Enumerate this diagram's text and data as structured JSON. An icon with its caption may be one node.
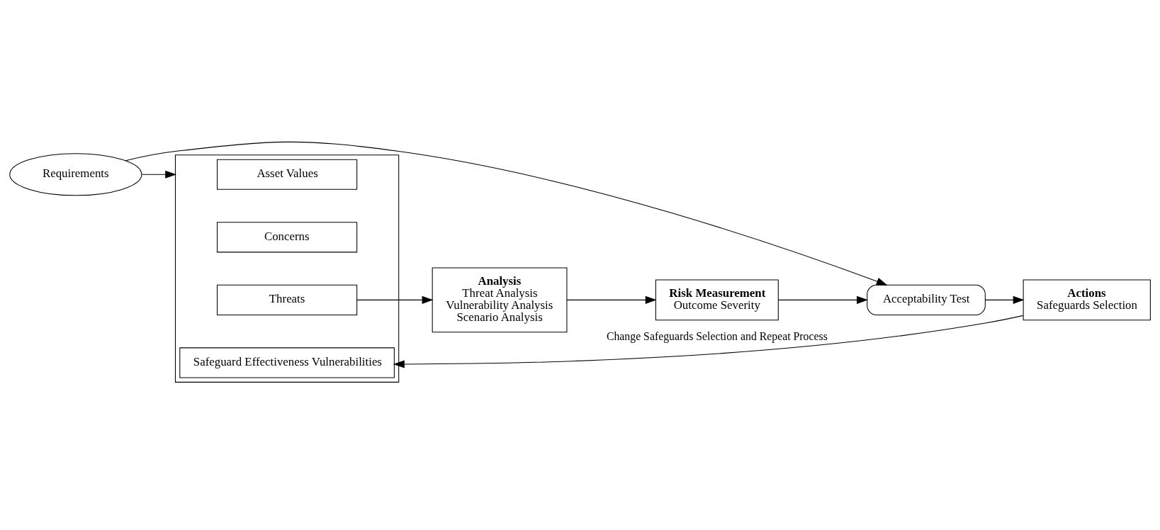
{
  "diagram": {
    "nodes": [
      {
        "text": [
          "Requirements"
        ]
      },
      {
        "text": [
          "Acceptability Test"
        ]
      },
      {
        "text": [],
        "shape": "box"
      },
      {
        "text": [
          "Asset Values"
        ],
        "in": 2
      },
      {
        "text": [
          "Concerns"
        ],
        "in": 2
      },
      {
        "text": [
          "Threats"
        ],
        "in": 2
      },
      {
        "text": [
          "Safeguard Effectiveness Vulnerabilities"
        ],
        "in": 2
      },
      {
        "text": [
          "Analysis",
          "Threat Analysis",
          "Vulnerability Analysis",
          "Scenario Analysis"
        ]
      },
      {
        "text": [
          "Risk Measurement",
          "Outcome Severity"
        ]
      },
      {
        "text": [
          "Actions",
          "Safeguards Selection"
        ]
      }
    ],
    "edges": [
      {
        "from": 0,
        "to": 1,
        "arrow": "to"
      },
      {
        "from": 0,
        "to": 2,
        "arrow": "to"
      },
      {
        "from": 5,
        "to": 7,
        "arrow": "to"
      },
      {
        "from": 7,
        "to": 8,
        "arrow": "to"
      },
      {
        "from": 8,
        "to": 1,
        "arrow": "to"
      },
      {
        "from": 1,
        "to": 9,
        "arrow": "to"
      },
      {
        "from": 9,
        "to": 6,
        "arrow": "to",
        "label": "Change Safeguards Selection and Repeat Process"
      }
    ]
  }
}
